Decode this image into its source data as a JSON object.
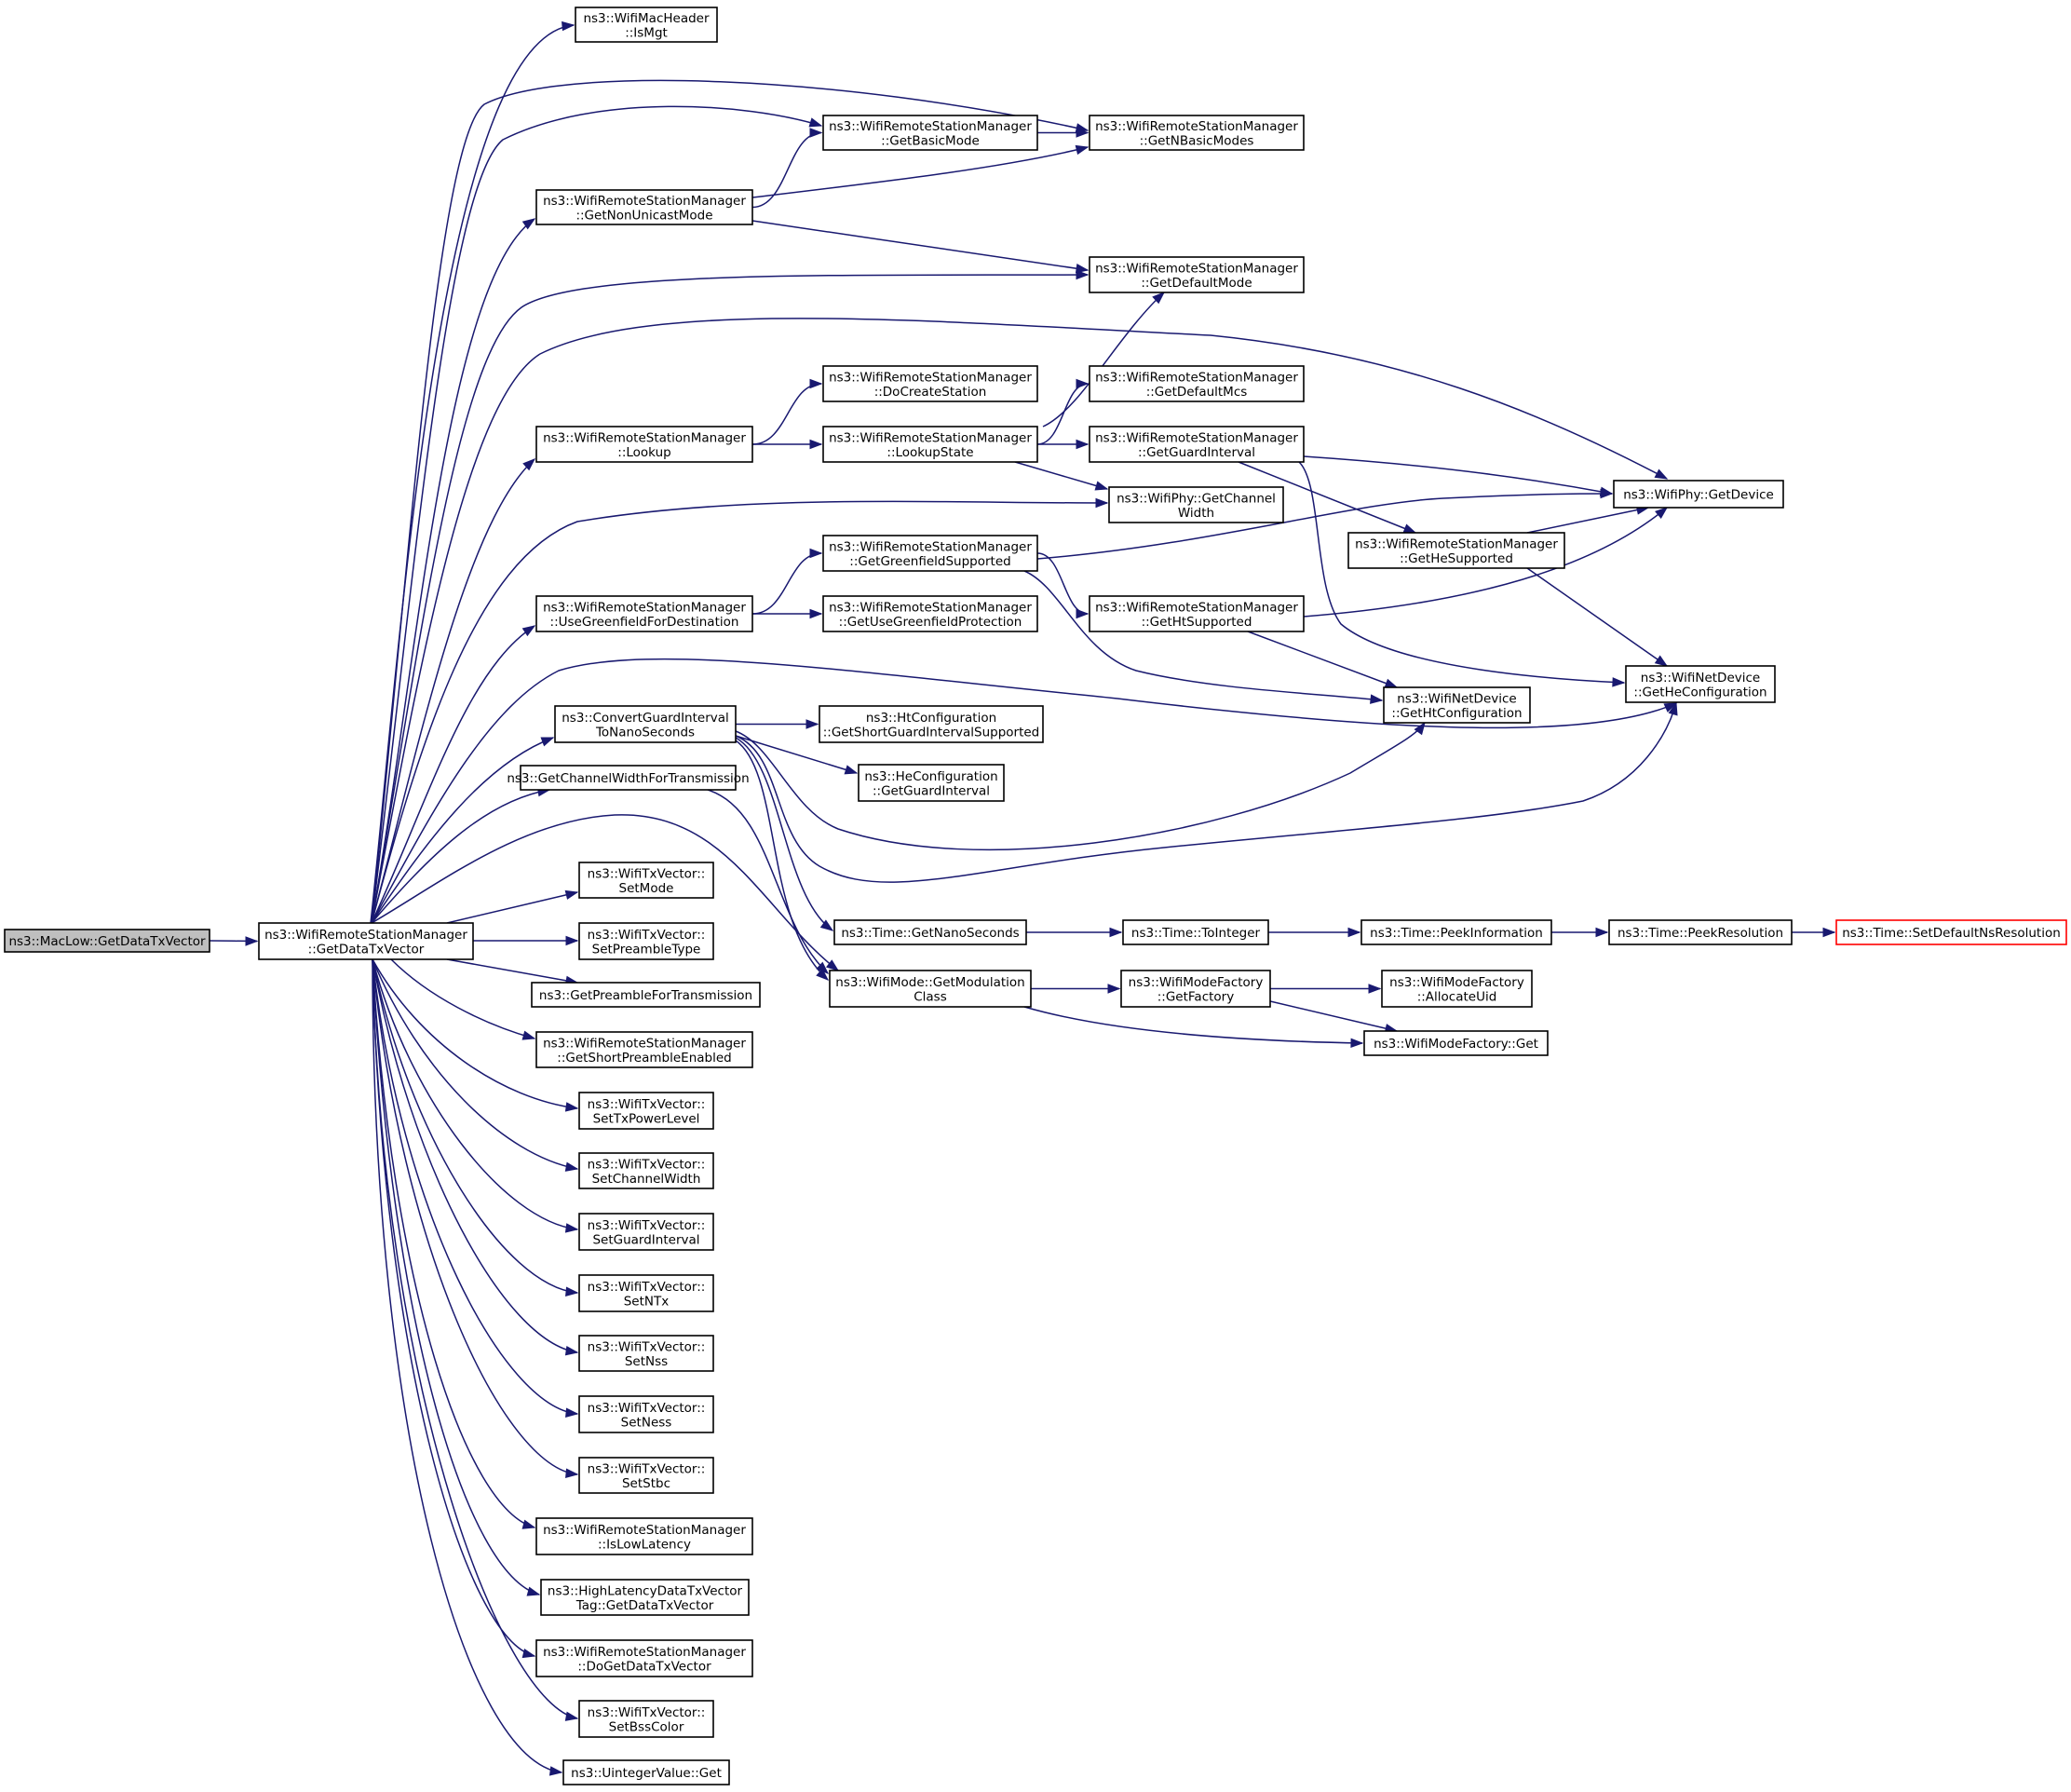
{
  "diagram": {
    "nodes": [
      {
        "id": "MacLowGetDataTxVector",
        "lines": [
          "ns3::MacLow::GetDataTxVector"
        ],
        "style": "root"
      },
      {
        "id": "WRSMGetDataTxVector",
        "lines": [
          "ns3::WifiRemoteStationManager",
          "::GetDataTxVector"
        ]
      },
      {
        "id": "IsMgt",
        "lines": [
          "ns3::WifiMacHeader",
          "::IsMgt"
        ]
      },
      {
        "id": "GetBasicMode",
        "lines": [
          "ns3::WifiRemoteStationManager",
          "::GetBasicMode"
        ]
      },
      {
        "id": "GetNBasicModes",
        "lines": [
          "ns3::WifiRemoteStationManager",
          "::GetNBasicModes"
        ]
      },
      {
        "id": "GetNonUnicastMode",
        "lines": [
          "ns3::WifiRemoteStationManager",
          "::GetNonUnicastMode"
        ]
      },
      {
        "id": "GetDefaultMode",
        "lines": [
          "ns3::WifiRemoteStationManager",
          "::GetDefaultMode"
        ]
      },
      {
        "id": "DoCreateStation",
        "lines": [
          "ns3::WifiRemoteStationManager",
          "::DoCreateStation"
        ]
      },
      {
        "id": "GetDefaultMcs",
        "lines": [
          "ns3::WifiRemoteStationManager",
          "::GetDefaultMcs"
        ]
      },
      {
        "id": "Lookup",
        "lines": [
          "ns3::WifiRemoteStationManager",
          "::Lookup"
        ]
      },
      {
        "id": "LookupState",
        "lines": [
          "ns3::WifiRemoteStationManager",
          "::LookupState"
        ]
      },
      {
        "id": "GetGuardInterval",
        "lines": [
          "ns3::WifiRemoteStationManager",
          "::GetGuardInterval"
        ]
      },
      {
        "id": "GetDevice",
        "lines": [
          "ns3::WifiPhy::GetDevice"
        ]
      },
      {
        "id": "GetChannelWidth",
        "lines": [
          "ns3::WifiPhy::GetChannel",
          "Width"
        ]
      },
      {
        "id": "GetHeSupported",
        "lines": [
          "ns3::WifiRemoteStationManager",
          "::GetHeSupported"
        ]
      },
      {
        "id": "GetGreenfieldSupported",
        "lines": [
          "ns3::WifiRemoteStationManager",
          "::GetGreenfieldSupported"
        ]
      },
      {
        "id": "UseGreenfieldForDestination",
        "lines": [
          "ns3::WifiRemoteStationManager",
          "::UseGreenfieldForDestination"
        ]
      },
      {
        "id": "GetUseGreenfieldProtection",
        "lines": [
          "ns3::WifiRemoteStationManager",
          "::GetUseGreenfieldProtection"
        ]
      },
      {
        "id": "GetHtSupported",
        "lines": [
          "ns3::WifiRemoteStationManager",
          "::GetHtSupported"
        ]
      },
      {
        "id": "GetHeConfiguration",
        "lines": [
          "ns3::WifiNetDevice",
          "::GetHeConfiguration"
        ]
      },
      {
        "id": "GetHtConfiguration",
        "lines": [
          "ns3::WifiNetDevice",
          "::GetHtConfiguration"
        ]
      },
      {
        "id": "ConvertGuardInterval",
        "lines": [
          "ns3::ConvertGuardInterval",
          "ToNanoSeconds"
        ]
      },
      {
        "id": "GetShortGuardIntervalSupported",
        "lines": [
          "ns3::HtConfiguration",
          "::GetShortGuardIntervalSupported"
        ]
      },
      {
        "id": "HeGetGuardInterval",
        "lines": [
          "ns3::HeConfiguration",
          "::GetGuardInterval"
        ]
      },
      {
        "id": "GetChannelWidthForTransmission",
        "lines": [
          "ns3::GetChannelWidthForTransmission"
        ]
      },
      {
        "id": "SetMode",
        "lines": [
          "ns3::WifiTxVector::",
          "SetMode"
        ]
      },
      {
        "id": "SetPreambleType",
        "lines": [
          "ns3::WifiTxVector::",
          "SetPreambleType"
        ]
      },
      {
        "id": "GetPreambleForTransmission",
        "lines": [
          "ns3::GetPreambleForTransmission"
        ]
      },
      {
        "id": "GetShortPreambleEnabled",
        "lines": [
          "ns3::WifiRemoteStationManager",
          "::GetShortPreambleEnabled"
        ]
      },
      {
        "id": "SetTxPowerLevel",
        "lines": [
          "ns3::WifiTxVector::",
          "SetTxPowerLevel"
        ]
      },
      {
        "id": "SetChannelWidth",
        "lines": [
          "ns3::WifiTxVector::",
          "SetChannelWidth"
        ]
      },
      {
        "id": "SetGuardInterval",
        "lines": [
          "ns3::WifiTxVector::",
          "SetGuardInterval"
        ]
      },
      {
        "id": "SetNTx",
        "lines": [
          "ns3::WifiTxVector::",
          "SetNTx"
        ]
      },
      {
        "id": "SetNss",
        "lines": [
          "ns3::WifiTxVector::",
          "SetNss"
        ]
      },
      {
        "id": "SetNess",
        "lines": [
          "ns3::WifiTxVector::",
          "SetNess"
        ]
      },
      {
        "id": "SetStbc",
        "lines": [
          "ns3::WifiTxVector::",
          "SetStbc"
        ]
      },
      {
        "id": "IsLowLatency",
        "lines": [
          "ns3::WifiRemoteStationManager",
          "::IsLowLatency"
        ]
      },
      {
        "id": "HighLatencyTag",
        "lines": [
          "ns3::HighLatencyDataTxVector",
          "Tag::GetDataTxVector"
        ]
      },
      {
        "id": "DoGetDataTxVector",
        "lines": [
          "ns3::WifiRemoteStationManager",
          "::DoGetDataTxVector"
        ]
      },
      {
        "id": "SetBssColor",
        "lines": [
          "ns3::WifiTxVector::",
          "SetBssColor"
        ]
      },
      {
        "id": "UintegerValueGet",
        "lines": [
          "ns3::UintegerValue::Get"
        ]
      },
      {
        "id": "GetNanoSeconds",
        "lines": [
          "ns3::Time::GetNanoSeconds"
        ]
      },
      {
        "id": "ToInteger",
        "lines": [
          "ns3::Time::ToInteger"
        ]
      },
      {
        "id": "PeekInformation",
        "lines": [
          "ns3::Time::PeekInformation"
        ]
      },
      {
        "id": "PeekResolution",
        "lines": [
          "ns3::Time::PeekResolution"
        ]
      },
      {
        "id": "SetDefaultNsResolution",
        "lines": [
          "ns3::Time::SetDefaultNsResolution"
        ],
        "style": "truncated"
      },
      {
        "id": "GetModulationClass",
        "lines": [
          "ns3::WifiMode::GetModulation",
          "Class"
        ]
      },
      {
        "id": "GetFactory",
        "lines": [
          "ns3::WifiModeFactory",
          "::GetFactory"
        ]
      },
      {
        "id": "AllocateUid",
        "lines": [
          "ns3::WifiModeFactory",
          "::AllocateUid"
        ]
      },
      {
        "id": "WifiModeFactoryGet",
        "lines": [
          "ns3::WifiModeFactory::Get"
        ]
      }
    ],
    "edges": [
      [
        "MacLowGetDataTxVector",
        "WRSMGetDataTxVector"
      ],
      [
        "WRSMGetDataTxVector",
        "IsMgt"
      ],
      [
        "WRSMGetDataTxVector",
        "GetBasicMode"
      ],
      [
        "WRSMGetDataTxVector",
        "GetNBasicModes"
      ],
      [
        "WRSMGetDataTxVector",
        "GetNonUnicastMode"
      ],
      [
        "WRSMGetDataTxVector",
        "GetDefaultMode"
      ],
      [
        "WRSMGetDataTxVector",
        "GetDevice"
      ],
      [
        "WRSMGetDataTxVector",
        "Lookup"
      ],
      [
        "WRSMGetDataTxVector",
        "GetChannelWidth"
      ],
      [
        "WRSMGetDataTxVector",
        "UseGreenfieldForDestination"
      ],
      [
        "WRSMGetDataTxVector",
        "GetHeConfiguration"
      ],
      [
        "WRSMGetDataTxVector",
        "ConvertGuardInterval"
      ],
      [
        "WRSMGetDataTxVector",
        "GetChannelWidthForTransmission"
      ],
      [
        "WRSMGetDataTxVector",
        "GetModulationClass"
      ],
      [
        "WRSMGetDataTxVector",
        "SetMode"
      ],
      [
        "WRSMGetDataTxVector",
        "SetPreambleType"
      ],
      [
        "WRSMGetDataTxVector",
        "GetPreambleForTransmission"
      ],
      [
        "WRSMGetDataTxVector",
        "GetShortPreambleEnabled"
      ],
      [
        "WRSMGetDataTxVector",
        "SetTxPowerLevel"
      ],
      [
        "WRSMGetDataTxVector",
        "SetChannelWidth"
      ],
      [
        "WRSMGetDataTxVector",
        "SetGuardInterval"
      ],
      [
        "WRSMGetDataTxVector",
        "SetNTx"
      ],
      [
        "WRSMGetDataTxVector",
        "SetNss"
      ],
      [
        "WRSMGetDataTxVector",
        "SetNess"
      ],
      [
        "WRSMGetDataTxVector",
        "SetStbc"
      ],
      [
        "WRSMGetDataTxVector",
        "IsLowLatency"
      ],
      [
        "WRSMGetDataTxVector",
        "HighLatencyTag"
      ],
      [
        "WRSMGetDataTxVector",
        "DoGetDataTxVector"
      ],
      [
        "WRSMGetDataTxVector",
        "SetBssColor"
      ],
      [
        "WRSMGetDataTxVector",
        "UintegerValueGet"
      ],
      [
        "GetBasicMode",
        "GetNBasicModes"
      ],
      [
        "GetNonUnicastMode",
        "GetBasicMode"
      ],
      [
        "GetNonUnicastMode",
        "GetNBasicModes"
      ],
      [
        "GetNonUnicastMode",
        "GetDefaultMode"
      ],
      [
        "Lookup",
        "DoCreateStation"
      ],
      [
        "Lookup",
        "LookupState"
      ],
      [
        "LookupState",
        "GetDefaultMode"
      ],
      [
        "LookupState",
        "GetDefaultMcs"
      ],
      [
        "LookupState",
        "GetGuardInterval"
      ],
      [
        "LookupState",
        "GetChannelWidth"
      ],
      [
        "GetGuardInterval",
        "GetDevice"
      ],
      [
        "GetGuardInterval",
        "GetHeSupported"
      ],
      [
        "GetGuardInterval",
        "GetHeConfiguration"
      ],
      [
        "GetHeSupported",
        "GetDevice"
      ],
      [
        "GetHeSupported",
        "GetHeConfiguration"
      ],
      [
        "UseGreenfieldForDestination",
        "GetGreenfieldSupported"
      ],
      [
        "UseGreenfieldForDestination",
        "GetUseGreenfieldProtection"
      ],
      [
        "GetGreenfieldSupported",
        "GetDevice"
      ],
      [
        "GetGreenfieldSupported",
        "GetHtSupported"
      ],
      [
        "GetGreenfieldSupported",
        "GetHtConfiguration"
      ],
      [
        "GetHtSupported",
        "GetDevice"
      ],
      [
        "GetHtSupported",
        "GetHtConfiguration"
      ],
      [
        "ConvertGuardInterval",
        "GetShortGuardIntervalSupported"
      ],
      [
        "ConvertGuardInterval",
        "HeGetGuardInterval"
      ],
      [
        "ConvertGuardInterval",
        "GetHtConfiguration"
      ],
      [
        "ConvertGuardInterval",
        "GetHeConfiguration"
      ],
      [
        "ConvertGuardInterval",
        "GetNanoSeconds"
      ],
      [
        "ConvertGuardInterval",
        "GetModulationClass"
      ],
      [
        "GetChannelWidthForTransmission",
        "GetModulationClass"
      ],
      [
        "GetNanoSeconds",
        "ToInteger"
      ],
      [
        "ToInteger",
        "PeekInformation"
      ],
      [
        "PeekInformation",
        "PeekResolution"
      ],
      [
        "PeekResolution",
        "SetDefaultNsResolution"
      ],
      [
        "GetModulationClass",
        "GetFactory"
      ],
      [
        "GetModulationClass",
        "WifiModeFactoryGet"
      ],
      [
        "GetFactory",
        "AllocateUid"
      ],
      [
        "GetFactory",
        "WifiModeFactoryGet"
      ]
    ]
  },
  "colors": {
    "edge": "#191970",
    "node_border": "#000000",
    "node_fill": "#ffffff",
    "root_fill": "#bfbfbf",
    "truncated_border": "#ff0000"
  }
}
